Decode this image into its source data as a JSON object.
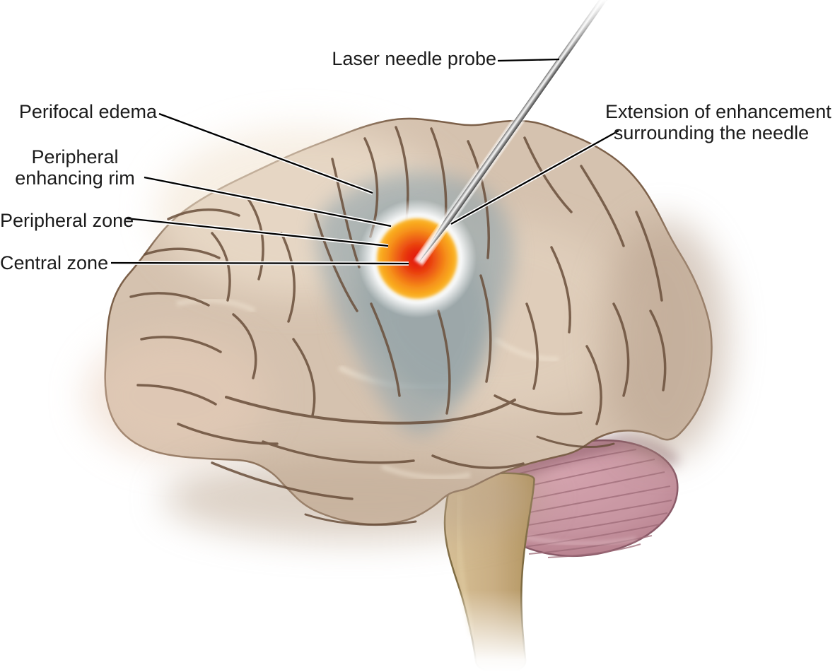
{
  "description": "Lateral view of a brain with a laser needle probe inserted into a glowing ablation target surrounded by perifocal edema",
  "labels": {
    "laser_needle_probe": "Laser needle probe",
    "perifocal_edema": "Perifocal edema",
    "peripheral_enhancing_rim": {
      "line1": "Peripheral",
      "line2": "enhancing rim"
    },
    "peripheral_zone": "Peripheral zone",
    "central_zone": "Central zone",
    "extension_of_enhancement": {
      "line1": "Extension of enhancement",
      "line2": "surrounding the needle"
    }
  },
  "colors": {
    "background": "#ffffff",
    "label_text": "#1b1b1b",
    "leader_line": "#000000",
    "leader_casing": "#ffffff",
    "brain_base": "#d5c2af",
    "brain_outline": "#7c6049",
    "sulcus": "#6a4f3b",
    "edema_tint": "#8fa3ab",
    "cerebellum": "#c795a1",
    "cerebellum_stria": "#9e6b78",
    "brainstem": "#c9ae83",
    "glow_center": "#e2140a",
    "glow_mid": "#f06c13",
    "glow_outer": "#f9a81d",
    "needle_metal": "#9a9a9a"
  }
}
